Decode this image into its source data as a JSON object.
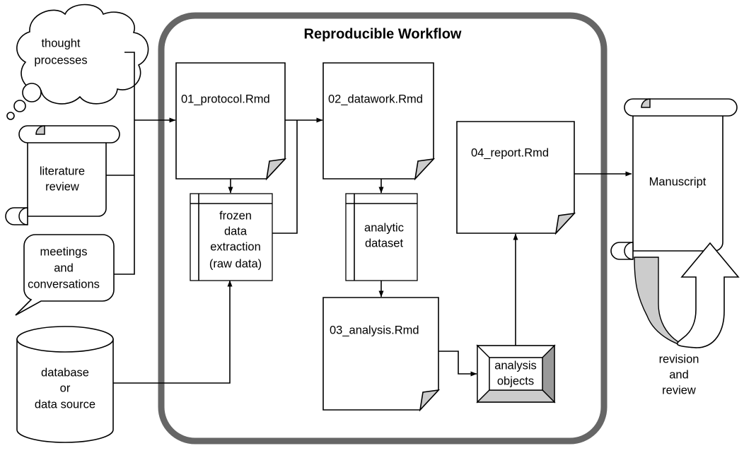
{
  "diagram": {
    "title": "Reproducible Workflow",
    "container_label": "reproducible-workflow-frame"
  },
  "inputs": [
    {
      "id": "thought-processes",
      "shape": "thought-cloud",
      "lines": [
        "thought",
        "processes"
      ]
    },
    {
      "id": "literature-review",
      "shape": "scroll",
      "lines": [
        "literature",
        "review"
      ]
    },
    {
      "id": "meetings-and-conversations",
      "shape": "speech-bubble",
      "lines": [
        "meetings",
        "and",
        "conversations"
      ]
    },
    {
      "id": "database-or-data-source",
      "shape": "cylinder",
      "lines": [
        "database",
        "or",
        "data source"
      ]
    }
  ],
  "documents": [
    {
      "id": "protocol",
      "label": "01_protocol.Rmd",
      "shape": "document"
    },
    {
      "id": "datawork",
      "label": "02_datawork.Rmd",
      "shape": "document"
    },
    {
      "id": "analysis",
      "label": "03_analysis.Rmd",
      "shape": "document"
    },
    {
      "id": "report",
      "label": "04_report.Rmd",
      "shape": "document"
    }
  ],
  "datastores": [
    {
      "id": "frozen-data-extraction",
      "shape": "internal-storage",
      "lines": [
        "frozen",
        "data",
        "extraction",
        "(raw data)"
      ]
    },
    {
      "id": "analytic-dataset",
      "shape": "internal-storage",
      "lines": [
        "analytic",
        "dataset"
      ]
    }
  ],
  "objects": [
    {
      "id": "analysis-objects",
      "shape": "beveled-box",
      "lines": [
        "analysis",
        "objects"
      ]
    }
  ],
  "outputs": [
    {
      "id": "manuscript",
      "shape": "scroll",
      "lines": [
        "Manuscript"
      ]
    }
  ],
  "loop": {
    "id": "revision-and-review",
    "lines": [
      "revision",
      "and",
      "review"
    ]
  },
  "colors": {
    "frame": "#666666",
    "fold": "#cccccc",
    "bevel_dark": "#999999",
    "bevel_mid": "#cccccc",
    "stroke": "#000000",
    "background": "#ffffff"
  }
}
